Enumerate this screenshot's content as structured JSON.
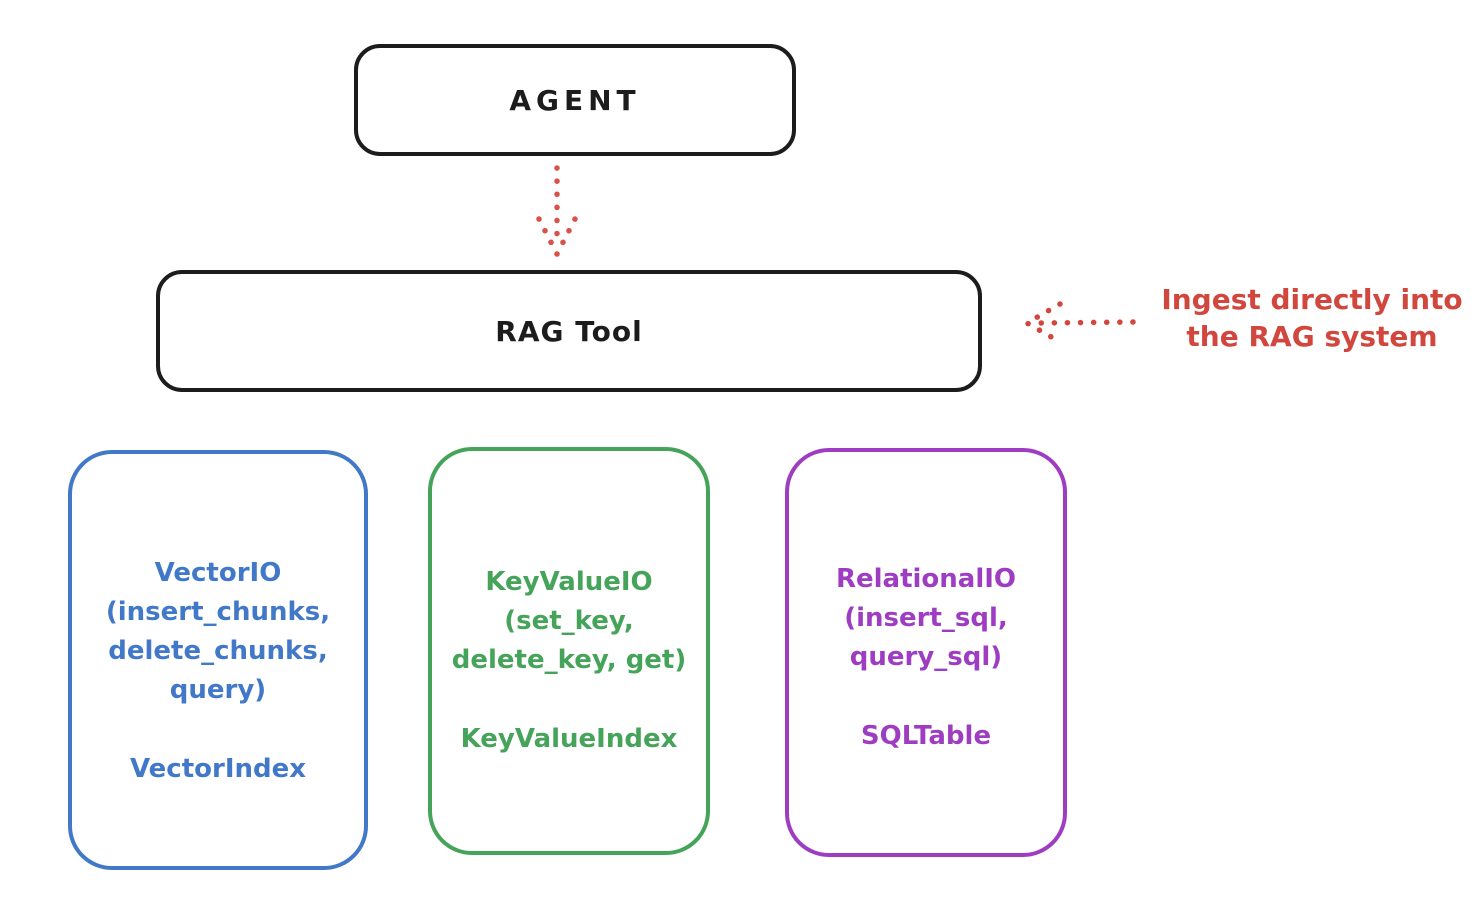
{
  "agent_box": {
    "label": "AGENT"
  },
  "rag_tool_box": {
    "label": "RAG Tool"
  },
  "annotation": {
    "line1": "Ingest directly into",
    "line2": "the RAG system",
    "color": "#d2473d"
  },
  "arrows": {
    "agent_to_rag": {
      "style": "dotted",
      "color": "#d8524a",
      "direction": "down"
    },
    "annotation_to_rag": {
      "style": "dotted",
      "color": "#d2473d",
      "direction": "left"
    }
  },
  "io_boxes": [
    {
      "lines": [
        "VectorIO",
        "(insert_chunks,",
        "delete_chunks,",
        "query)"
      ],
      "index_label": "VectorIndex",
      "color": "#4178c8"
    },
    {
      "lines": [
        "KeyValueIO",
        "(set_key,",
        "delete_key, get)"
      ],
      "index_label": "KeyValueIndex",
      "color": "#46a35a"
    },
    {
      "lines": [
        "RelationalIO",
        "(insert_sql,",
        "query_sql)"
      ],
      "index_label": "SQLTable",
      "color": "#9e3dc2"
    }
  ],
  "colors": {
    "stroke_black": "#1c1c1c",
    "background": "#ffffff"
  }
}
